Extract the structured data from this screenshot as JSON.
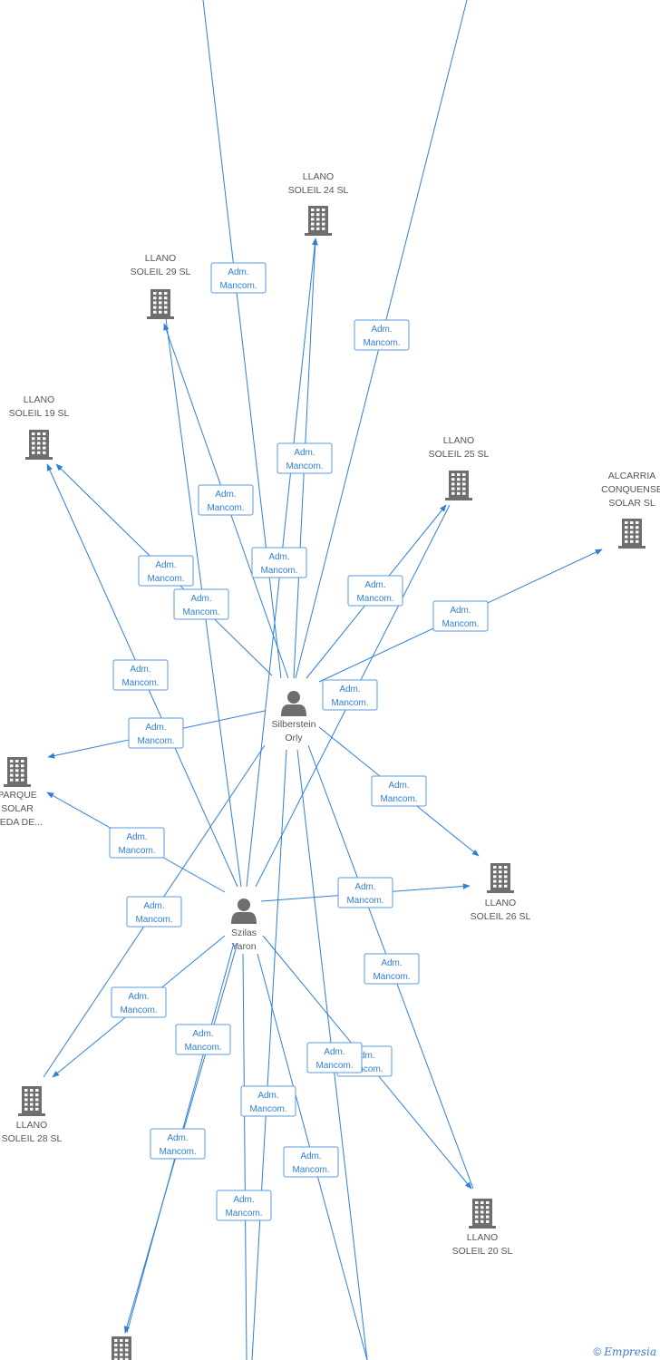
{
  "edge_label": [
    "Adm.",
    "Mancom."
  ],
  "people": [
    {
      "id": "orly",
      "lines": [
        "Silberstein",
        "Orly"
      ]
    },
    {
      "id": "yaron",
      "lines": [
        "Szilas",
        "Yaron"
      ]
    }
  ],
  "companies": [
    {
      "id": "soleil24",
      "lines": [
        "LLANO",
        "SOLEIL 24 SL"
      ]
    },
    {
      "id": "soleil29",
      "lines": [
        "LLANO",
        "SOLEIL 29 SL"
      ]
    },
    {
      "id": "soleil19",
      "lines": [
        "LLANO",
        "SOLEIL 19 SL"
      ]
    },
    {
      "id": "soleil25",
      "lines": [
        "LLANO",
        "SOLEIL 25 SL"
      ]
    },
    {
      "id": "alcarria",
      "lines": [
        "ALCARRIA",
        "CONQUENSE",
        "SOLAR SL"
      ]
    },
    {
      "id": "parque",
      "lines": [
        "PARQUE",
        "SOLAR",
        "MEDA DE..."
      ]
    },
    {
      "id": "soleil26",
      "lines": [
        "LLANO",
        "SOLEIL 26 SL"
      ]
    },
    {
      "id": "soleil28",
      "lines": [
        "LLANO",
        "SOLEIL 28 SL"
      ]
    },
    {
      "id": "soleil20",
      "lines": [
        "LLANO",
        "SOLEIL 20 SL"
      ]
    },
    {
      "id": "bottom",
      "lines": []
    }
  ],
  "brand": {
    "copyright": "©",
    "name": "Empresia"
  }
}
